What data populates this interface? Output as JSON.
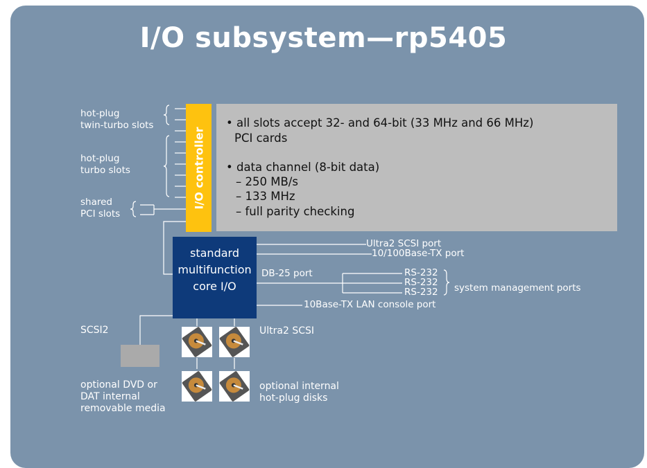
{
  "title": "I/O subsystem—rp5405",
  "slots": {
    "twin_turbo": [
      "hot-plug",
      "twin-turbo slots"
    ],
    "turbo": [
      "hot-plug",
      "turbo slots"
    ],
    "shared": [
      "shared",
      "PCI slots"
    ]
  },
  "io_controller": "I/O controller",
  "info": [
    "• all slots accept 32- and 64-bit (33 MHz and 66 MHz)",
    "PCI cards",
    "• data channel (8-bit data)",
    "– 250 MB/s",
    "– 133 MHz",
    "– full parity checking"
  ],
  "core": [
    "standard",
    "multifunction",
    "core I/O"
  ],
  "ports": {
    "ultra2_scsi": "Ultra2 SCSI port",
    "base_tx": "10/100Base-TX port",
    "db25": "DB-25 port",
    "rs232": [
      "RS-232",
      "RS-232",
      "RS-232"
    ],
    "system_mgmt": "system management ports",
    "lan_console": "10Base-TX LAN console port"
  },
  "scsi2": "SCSI2",
  "ultra2_scsi": "Ultra2 SCSI",
  "media": [
    "optional DVD or",
    "DAT internal",
    "removable media"
  ],
  "disks_label": [
    "optional internal",
    "hot-plug disks"
  ],
  "colors": {
    "background": "#7b93ab",
    "io_controller": "#fec20f",
    "core_io": "#0e3a7a",
    "info_box": "#bdbdbd"
  },
  "icons": {
    "disk": "hard-disk-icon"
  }
}
